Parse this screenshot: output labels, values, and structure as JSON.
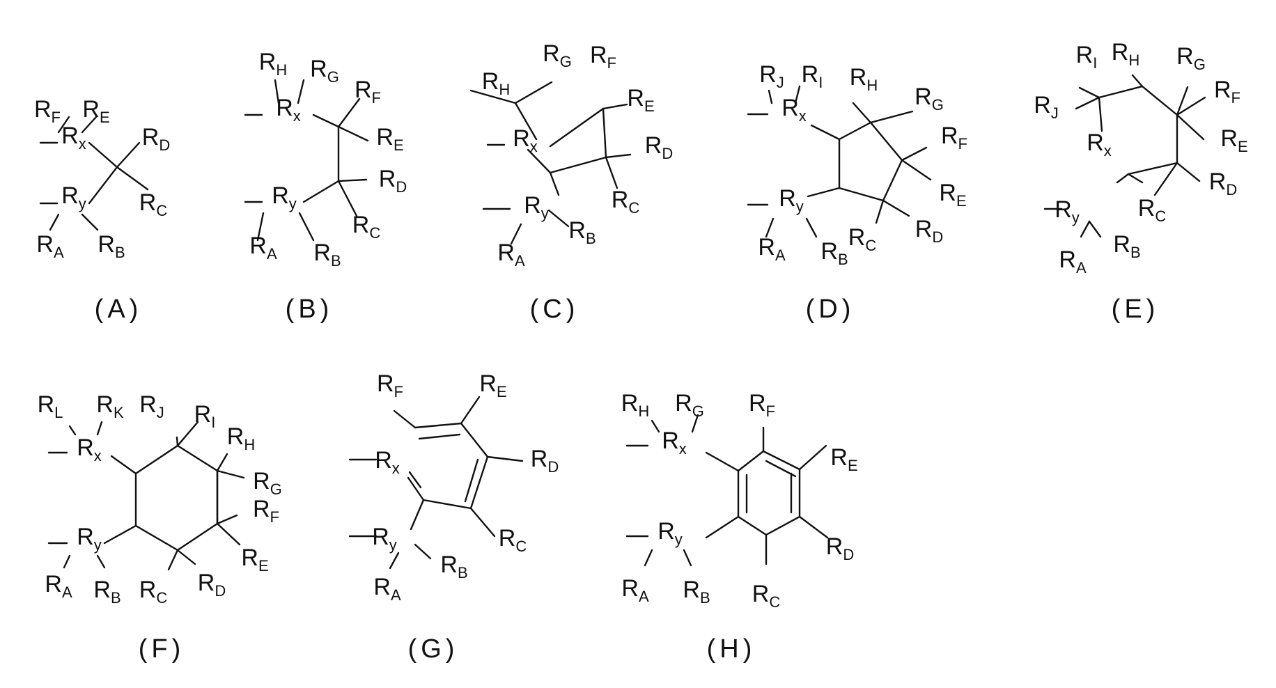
{
  "figure": {
    "structures": [
      {
        "id": "A",
        "caption": "(A)",
        "labels": {
          "RF": "RF",
          "RE": "RE",
          "Rx": "Rx",
          "RD": "RD",
          "Ry": "Ry",
          "RC": "RC",
          "RA": "RA",
          "RB": "RB"
        }
      },
      {
        "id": "B",
        "caption": "(B)",
        "labels": {
          "RH": "RH",
          "RG": "RG",
          "Rx": "Rx",
          "RF": "RF",
          "RE": "RE",
          "RD": "RD",
          "Ry": "Ry",
          "RC": "RC",
          "RA": "RA",
          "RB": "RB"
        }
      },
      {
        "id": "C",
        "caption": "(C)",
        "labels": {
          "RG": "RG",
          "RF": "RF",
          "RH": "RH",
          "RE": "RE",
          "Rx": "Rx",
          "RD": "RD",
          "RC": "RC",
          "Ry": "Ry",
          "RB": "RB",
          "RA": "RA"
        }
      },
      {
        "id": "D",
        "caption": "(D)",
        "labels": {
          "RJ": "RJ",
          "RI": "RI",
          "RH": "RH",
          "RG": "RG",
          "Rx": "Rx",
          "RF": "RF",
          "RE": "RE",
          "Ry": "Ry",
          "RD": "RD",
          "RC": "RC",
          "RA": "RA",
          "RB": "RB"
        }
      },
      {
        "id": "E",
        "caption": "(E)",
        "labels": {
          "RI": "RI",
          "RH": "RH",
          "RG": "RG",
          "RF": "RF",
          "RJ": "RJ",
          "Rx": "Rx",
          "RE": "RE",
          "RD": "RD",
          "RC": "RC",
          "Ry": "Ry",
          "RB": "RB",
          "RA": "RA"
        }
      },
      {
        "id": "F",
        "caption": "(F)",
        "labels": {
          "RL": "RL",
          "RK": "RK",
          "RJ": "RJ",
          "RI": "RI",
          "RH": "RH",
          "Rx": "Rx",
          "RG": "RG",
          "RF": "RF",
          "Ry": "Ry",
          "RE": "RE",
          "RA": "RA",
          "RB": "RB",
          "RC": "RC",
          "RD": "RD"
        }
      },
      {
        "id": "G",
        "caption": "(G)",
        "labels": {
          "RF": "RF",
          "RE": "RE",
          "Rx": "Rx",
          "RD": "RD",
          "RC": "RC",
          "Ry": "Ry",
          "RB": "RB",
          "RA": "RA"
        }
      },
      {
        "id": "H",
        "caption": "(H)",
        "labels": {
          "RH": "RH",
          "RG": "RG",
          "RF": "RF",
          "Rx": "Rx",
          "RE": "RE",
          "Ry": "Ry",
          "RD": "RD",
          "RA": "RA",
          "RB": "RB",
          "RC": "RC"
        }
      }
    ]
  }
}
